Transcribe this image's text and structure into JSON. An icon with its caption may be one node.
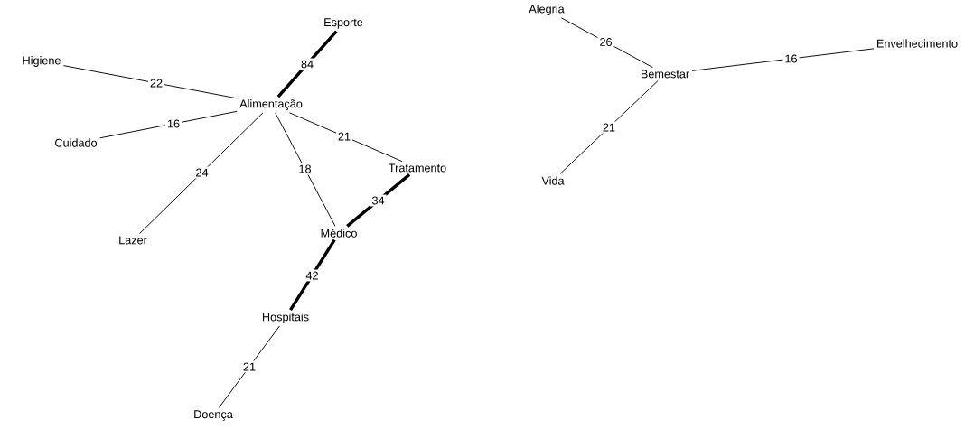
{
  "diagram": {
    "nodes": [
      {
        "text": [
          "Esporte"
        ]
      },
      {
        "text": [
          "Higiene"
        ]
      },
      {
        "text": [
          "Alimentação"
        ]
      },
      {
        "text": [
          "Cuidado"
        ]
      },
      {
        "text": [
          "Tratamento"
        ]
      },
      {
        "text": [
          "Lazer"
        ]
      },
      {
        "text": [
          "Médico"
        ]
      },
      {
        "text": [
          "Hospitais"
        ]
      },
      {
        "text": [
          "Doença"
        ]
      },
      {
        "text": [
          "Alegria"
        ]
      },
      {
        "text": [
          "Bemestar"
        ]
      },
      {
        "text": [
          "Envelhecimento"
        ]
      },
      {
        "text": [
          "Vida"
        ]
      }
    ],
    "edges": [
      {
        "from": 0,
        "to": 2,
        "arrow": "none",
        "label": "84",
        "style": "thick"
      },
      {
        "from": 1,
        "to": 2,
        "arrow": "none",
        "label": "22"
      },
      {
        "from": 3,
        "to": 2,
        "arrow": "none",
        "label": "16"
      },
      {
        "from": 2,
        "to": 5,
        "arrow": "none",
        "label": "24"
      },
      {
        "from": 2,
        "to": 6,
        "arrow": "none",
        "label": "18"
      },
      {
        "from": 2,
        "to": 4,
        "arrow": "none",
        "label": "21"
      },
      {
        "from": 4,
        "to": 6,
        "arrow": "none",
        "label": "34",
        "style": "thick"
      },
      {
        "from": 6,
        "to": 7,
        "arrow": "none",
        "label": "42",
        "style": "thick"
      },
      {
        "from": 7,
        "to": 8,
        "arrow": "none",
        "label": "21"
      },
      {
        "from": 9,
        "to": 10,
        "arrow": "none",
        "label": "26"
      },
      {
        "from": 10,
        "to": 11,
        "arrow": "none",
        "label": "16"
      },
      {
        "from": 10,
        "to": 12,
        "arrow": "none",
        "label": "21"
      }
    ]
  }
}
